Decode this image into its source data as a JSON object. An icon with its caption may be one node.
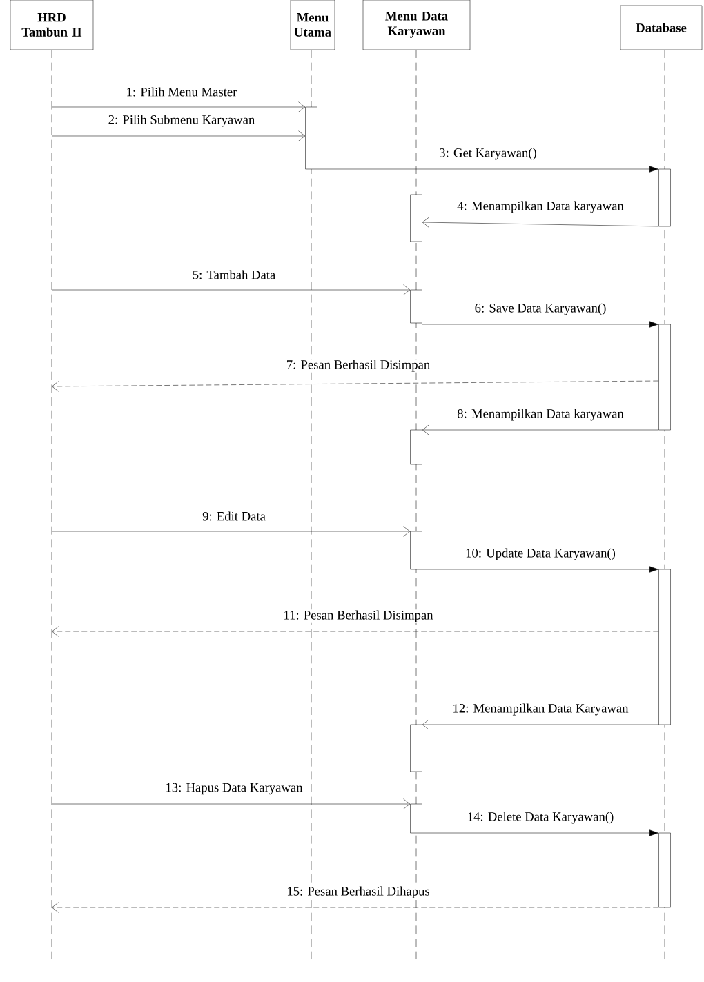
{
  "diagram": {
    "nodes": [
      {
        "text": [
          "HRD Tambun II"
        ]
      },
      {
        "text": [
          "Menu Utama"
        ]
      },
      {
        "text": [
          "Menu Data Karyawan"
        ]
      },
      {
        "text": [
          "Database"
        ]
      },
      {
        "text": [],
        "shape": "bar"
      },
      {
        "text": [],
        "shape": "bar"
      },
      {
        "text": [],
        "shape": "bar"
      },
      {
        "text": [],
        "shape": "bar"
      },
      {
        "text": [],
        "shape": "bar"
      },
      {
        "text": [],
        "shape": "bar"
      },
      {
        "text": [],
        "shape": "bar"
      },
      {
        "text": [],
        "shape": "bar"
      },
      {
        "text": [],
        "shape": "bar"
      },
      {
        "text": [],
        "shape": "bar"
      },
      {
        "text": [],
        "shape": "bar"
      }
    ],
    "edges": [
      {
        "from": 0,
        "to": 4,
        "arrow": "to",
        "label": "1: Pilih Menu Master"
      },
      {
        "from": 0,
        "to": 4,
        "arrow": "to",
        "label": "2: Pilih Submenu Karyawan"
      },
      {
        "from": 4,
        "to": 5,
        "arrow": "to",
        "label": "3: Get Karyawan()"
      },
      {
        "from": 5,
        "to": 6,
        "arrow": "to",
        "label": "4: Menampilkan Data karyawan"
      },
      {
        "from": 0,
        "to": 7,
        "arrow": "to",
        "label": "5: Tambah Data"
      },
      {
        "from": 7,
        "to": 8,
        "arrow": "to",
        "label": "6: Save Data Karyawan()"
      },
      {
        "from": 8,
        "to": 0,
        "arrow": "to",
        "label": "7: Pesan Berhasil Disimpan",
        "style": "dashed"
      },
      {
        "from": 8,
        "to": 9,
        "arrow": "to",
        "label": "8: Menampilkan Data karyawan"
      },
      {
        "from": 0,
        "to": 10,
        "arrow": "to",
        "label": "9: Edit Data"
      },
      {
        "from": 10,
        "to": 11,
        "arrow": "to",
        "label": "10: Update Data Karyawan()"
      },
      {
        "from": 11,
        "to": 0,
        "arrow": "to",
        "label": "11: Pesan Berhasil Disimpan",
        "style": "dashed"
      },
      {
        "from": 11,
        "to": 12,
        "arrow": "to",
        "label": "12: Menampilkan Data  Karyawan"
      },
      {
        "from": 0,
        "to": 13,
        "arrow": "to",
        "label": "13: Hapus Data Karyawan"
      },
      {
        "from": 13,
        "to": 14,
        "arrow": "to",
        "label": "14: Delete Data Karyawan()"
      },
      {
        "from": 14,
        "to": 0,
        "arrow": "to",
        "label": "15: Pesan Berhasil Dihapus",
        "style": "dashed"
      }
    ]
  }
}
